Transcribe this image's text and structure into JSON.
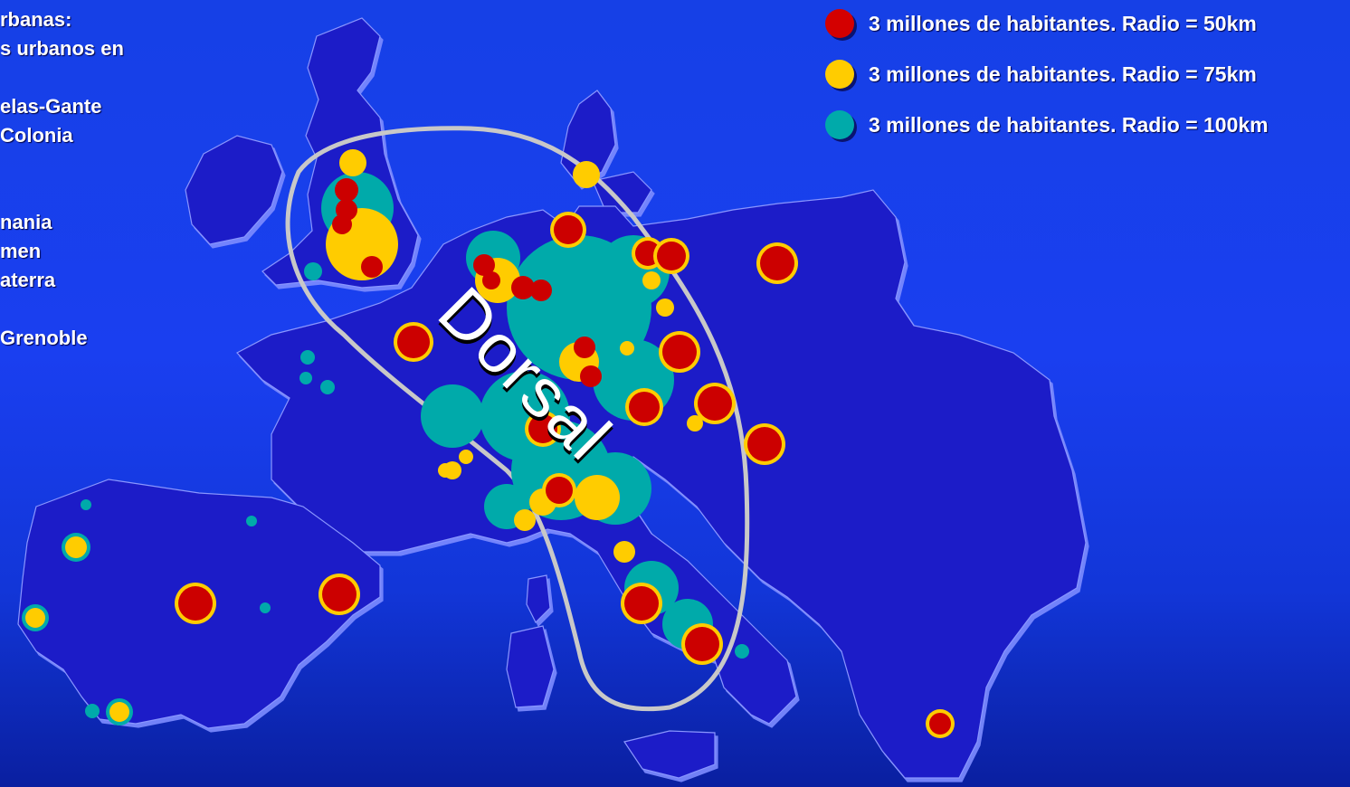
{
  "left_text": [
    "rbanas:",
    "s urbanos en",
    "",
    "elas-Gante",
    "Colonia",
    "",
    "",
    "nania",
    "men",
    "aterra",
    "",
    "Grenoble"
  ],
  "legend": [
    {
      "label": "3 millones de habitantes.  Radio = 50km",
      "color": "#d40000"
    },
    {
      "label": "3 millones de habitantes.  Radio = 75km",
      "color": "#ffcc00"
    },
    {
      "label": "3 millones de habitantes.  Radio = 100km",
      "color": "#00aaaa"
    }
  ],
  "dorsal_label": "Dorsal",
  "colors": {
    "land": "#1e1ec8",
    "land_edge": "#7a86ff",
    "outline": "#c8c8c8"
  }
}
